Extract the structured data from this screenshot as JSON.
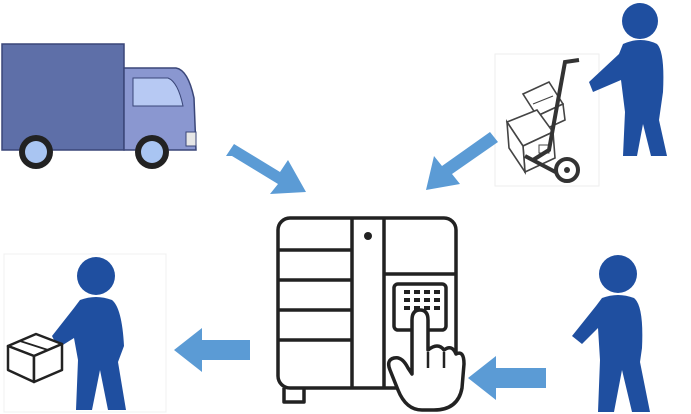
{
  "diagram": {
    "type": "parcel-locker-delivery-flow",
    "nodes": [
      {
        "id": "delivery-truck",
        "icon": "truck-icon"
      },
      {
        "id": "courier-with-hand-truck",
        "icon": "courier-hand-truck-icon"
      },
      {
        "id": "parcel-locker",
        "icon": "parcel-locker-icon"
      },
      {
        "id": "customer-approaching",
        "icon": "person-walking-icon"
      },
      {
        "id": "customer-with-parcel",
        "icon": "person-holding-box-icon"
      }
    ],
    "edges": [
      {
        "from": "delivery-truck",
        "to": "parcel-locker"
      },
      {
        "from": "courier-with-hand-truck",
        "to": "parcel-locker"
      },
      {
        "from": "customer-approaching",
        "to": "parcel-locker"
      },
      {
        "from": "parcel-locker",
        "to": "customer-with-parcel"
      }
    ],
    "colors": {
      "arrow": "#5b9bd5",
      "person": "#1f4fa0",
      "truck_body": "#5e6fa8",
      "truck_cab": "#8a97d0",
      "wheel_fill": "#a9c5f2",
      "outline": "#222222"
    }
  }
}
